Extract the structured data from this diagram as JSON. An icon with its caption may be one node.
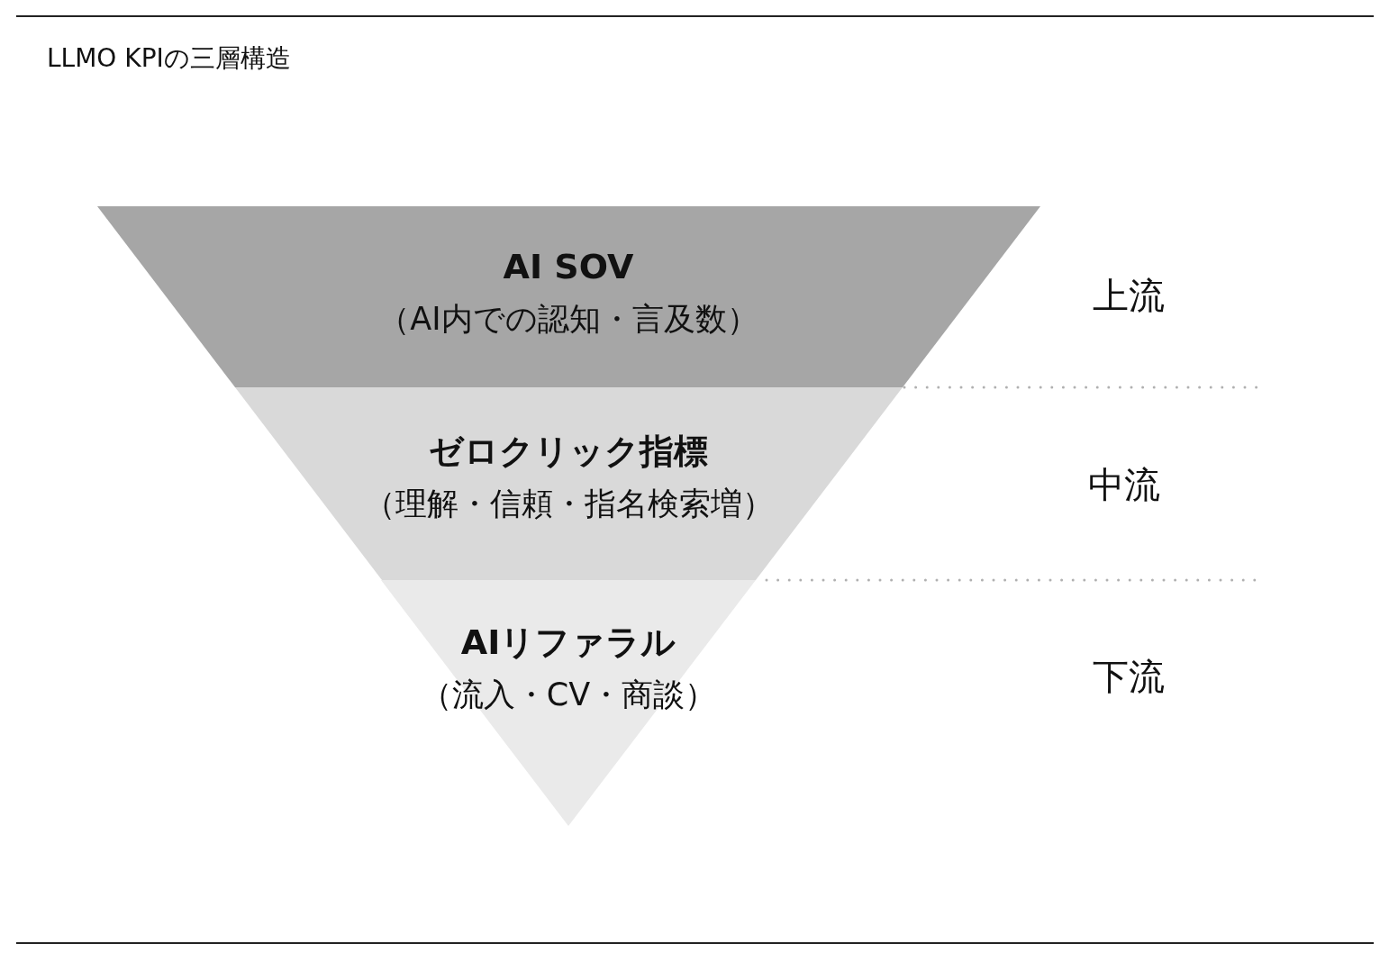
{
  "diagram": {
    "title": "LLMO KPIの三層構造",
    "nodes": [
      {
        "text": [
          "AI SOV",
          "（AI内での認知・言及数）"
        ]
      },
      {
        "text": [
          "ゼロクリック指標",
          "（理解・信頼・指名検索増）"
        ]
      },
      {
        "text": [
          "AIリファラル",
          "（流入・CV・商談）"
        ]
      }
    ],
    "labels": [
      "上流",
      "中流",
      "下流"
    ]
  }
}
